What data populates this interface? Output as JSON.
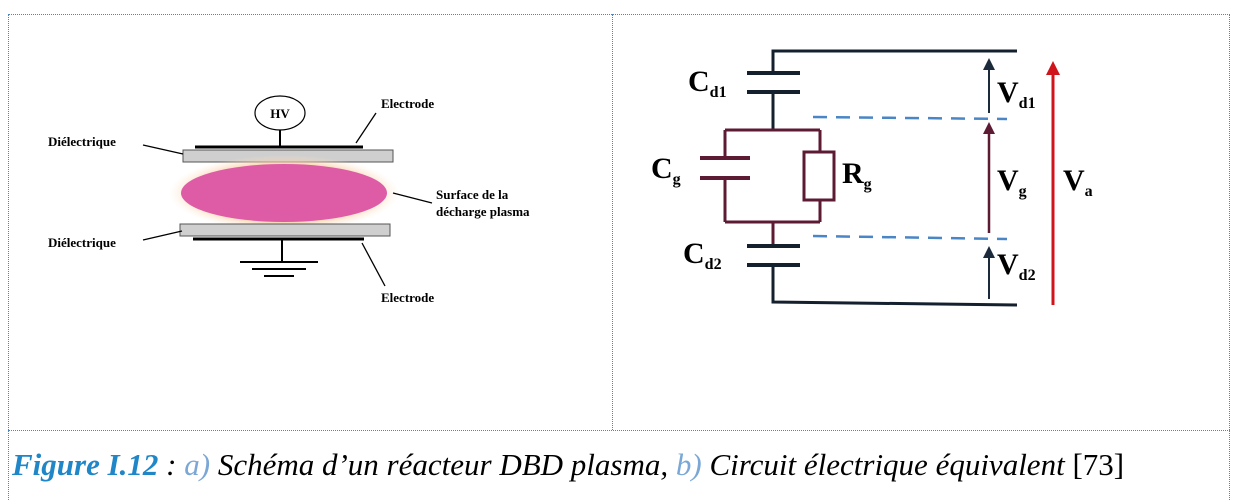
{
  "reactor": {
    "hv_label": "HV",
    "electrode_top": "Electrode",
    "electrode_bottom": "Electrode",
    "dielectric_top": "Diélectrique",
    "dielectric_bottom": "Diélectrique",
    "surface_line1": "Surface de la",
    "surface_line2": "décharge plasma",
    "plasma_color": "#de5ca6",
    "glow_color": "#f7c08a",
    "dielectric_color": "#cfcfcf"
  },
  "circuit": {
    "cd1": {
      "main": "C",
      "sub": "d1"
    },
    "cg": {
      "main": "C",
      "sub": "g"
    },
    "rg": {
      "main": "R",
      "sub": "g"
    },
    "cd2": {
      "main": "C",
      "sub": "d2"
    },
    "vd1": {
      "main": "V",
      "sub": "d1"
    },
    "vg": {
      "main": "V",
      "sub": "g"
    },
    "vd2": {
      "main": "V",
      "sub": "d2"
    },
    "va": {
      "main": "V",
      "sub": "a"
    },
    "wire_color": "#14202e",
    "gap_color": "#5c1a33",
    "va_color": "#d0141b",
    "dash_color": "#4a86c5"
  },
  "caption": {
    "figure": "Figure I.12",
    "sep": " : ",
    "a": "a)",
    "a_text": " Schéma  d’un réacteur DBD plasma, ",
    "b": "b)",
    "b_text": " Circuit électrique équivalent",
    "ref": " [73]"
  }
}
